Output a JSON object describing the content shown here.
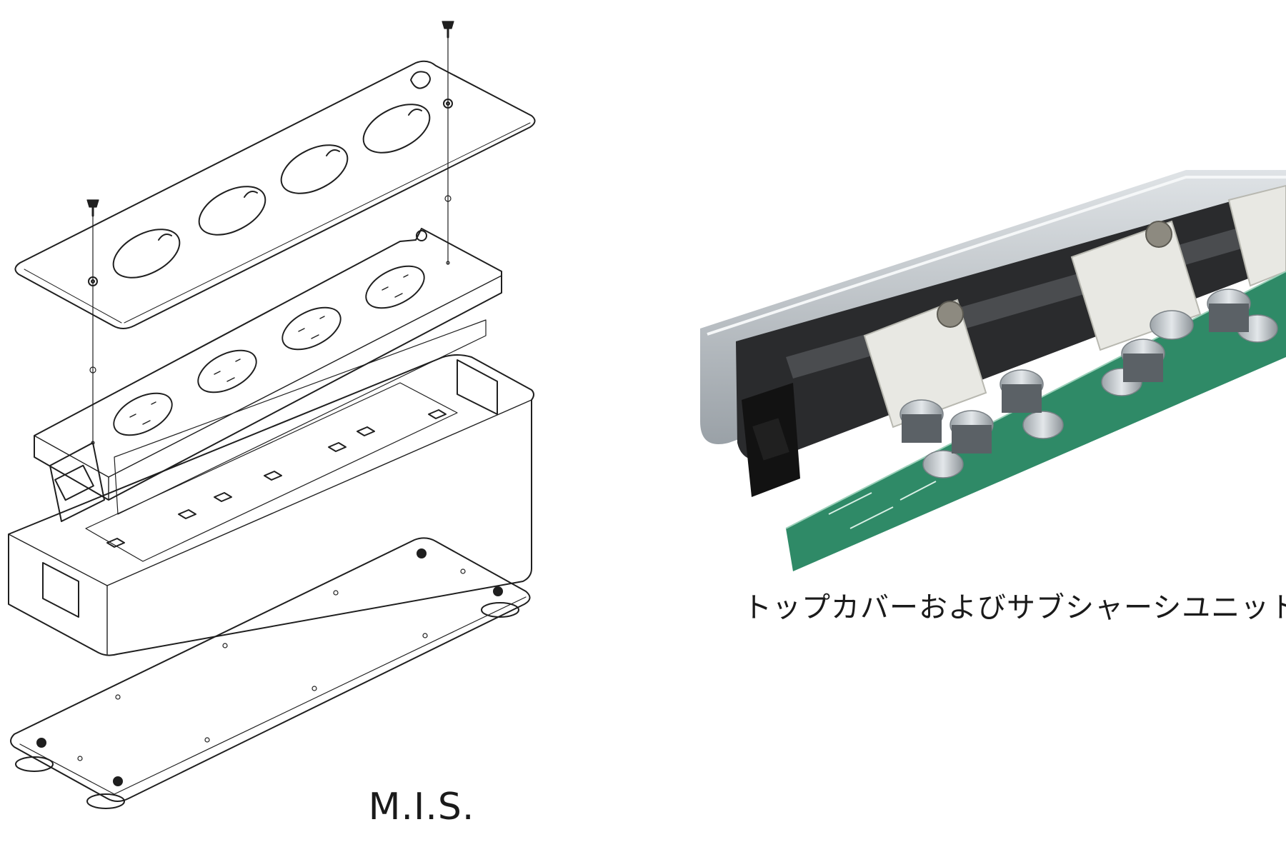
{
  "captions": {
    "left": "M.I.S.",
    "right": "トップカバーおよびサブシャーシユニット"
  },
  "colors": {
    "line": "#1f1f1f",
    "pcb": "#2f8a67",
    "cap": "#c9cfd3",
    "relay": "#e8e8e3",
    "panel": "#b9bec3"
  },
  "icons": {
    "diagram": "exploded-assembly-drawing",
    "photo": "subchassis-unit-photo"
  }
}
